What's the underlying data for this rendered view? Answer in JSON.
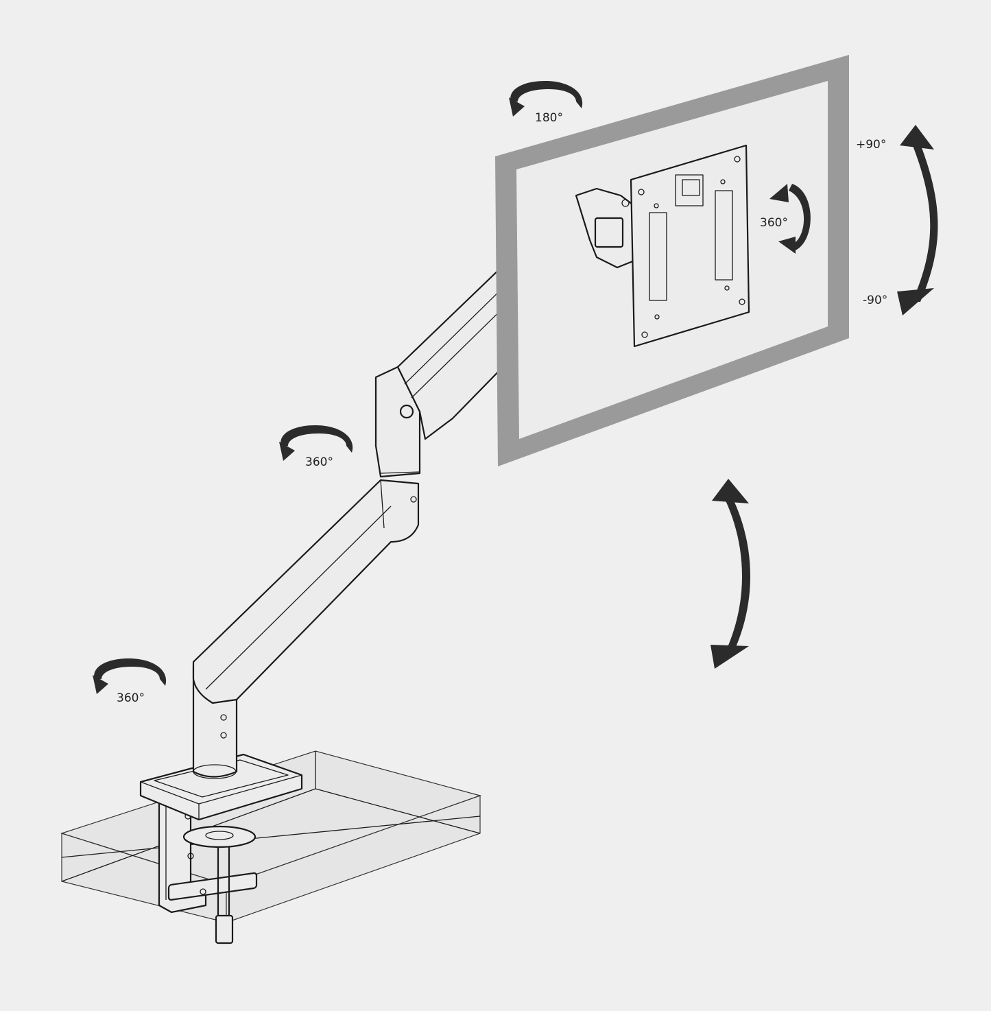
{
  "labels": {
    "monitor_rotation": "180°",
    "tilt_up": "+90°",
    "tilt_down": "-90°",
    "vesa_rotation": "360°",
    "arm_rotation": "360°",
    "base_rotation": "360°"
  },
  "colors": {
    "background": "#efefef",
    "monitor_frame": "#9a9a9a",
    "screen": "#ececec",
    "arrow": "#2b2b2b",
    "line": "#1a1a1a"
  },
  "icons": {
    "rotation_arrow": "circular-rotation-arrow",
    "tilt_arrow": "double-headed-curved-arrow",
    "height_arrow": "double-headed-curved-arrow"
  }
}
